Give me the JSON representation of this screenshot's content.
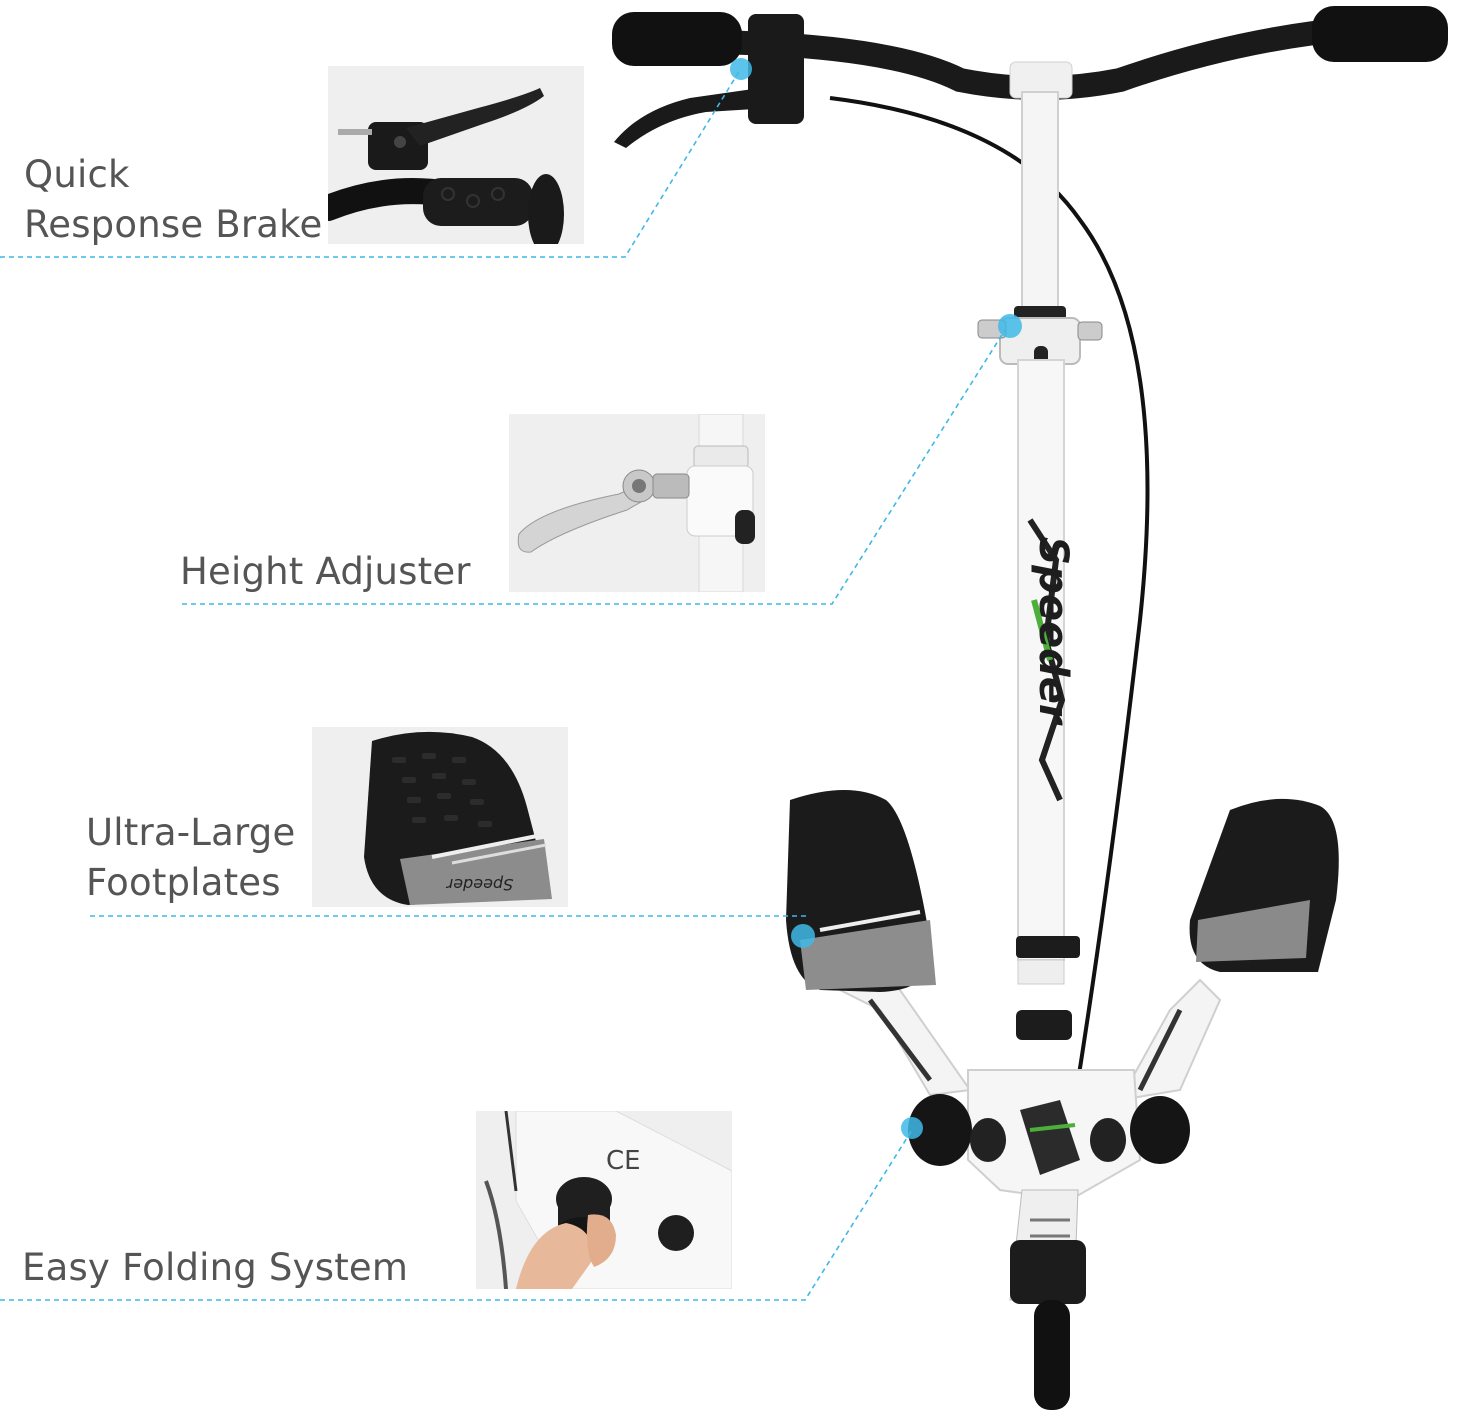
{
  "callouts": [
    {
      "id": "brake",
      "line1": "Quick",
      "line2": "Response Brake"
    },
    {
      "id": "height",
      "line1": "Height Adjuster"
    },
    {
      "id": "footplates",
      "line1": "Ultra-Large",
      "line2": "Footplates"
    },
    {
      "id": "folding",
      "line1": "Easy Folding System"
    }
  ],
  "brand": {
    "text": "Speeder"
  },
  "inset_footplate_brand": "Speeder",
  "inset_ce_mark": "CE",
  "colors": {
    "accent": "#3fb8e6",
    "label": "#555555",
    "frame": "#f4f4f4",
    "black": "#1c1c1c",
    "green": "#4caf3a"
  }
}
